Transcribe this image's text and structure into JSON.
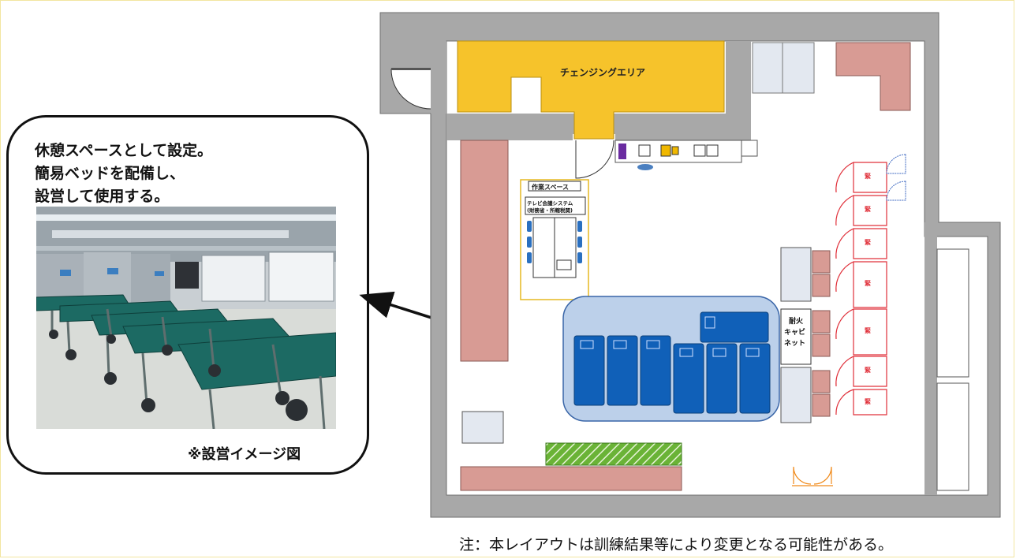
{
  "callout": {
    "line1": "休憩スペースとして設定。",
    "line2": "簡易ベッドを配備し、",
    "line3": "設営して使用する。",
    "photo_caption": "※設営イメージ図"
  },
  "floorplan": {
    "changing_area_label": "チェンジングエリア",
    "work_space_label": "作業スペース",
    "tv_conf_label_line1": "テレビ会議システム",
    "tv_conf_label_line2": "(財務省・所轄税関)",
    "cabinet_label_line1": "耐火",
    "cabinet_label_line2": "キャビ",
    "cabinet_label_line3": "ネット",
    "locker_label": "緊"
  },
  "footnote": "注：本レイアウトは訓練結果等により変更となる可能性がある。",
  "colors": {
    "wall": "#a8a8a8",
    "changing_area": "#f6c32b",
    "storage_pink": "#d89b94",
    "rest_zone": "#bcd0ea",
    "cot_blue": "#1060b8",
    "locker_red": "#e0303a",
    "green_hatch": "#6ab336"
  }
}
